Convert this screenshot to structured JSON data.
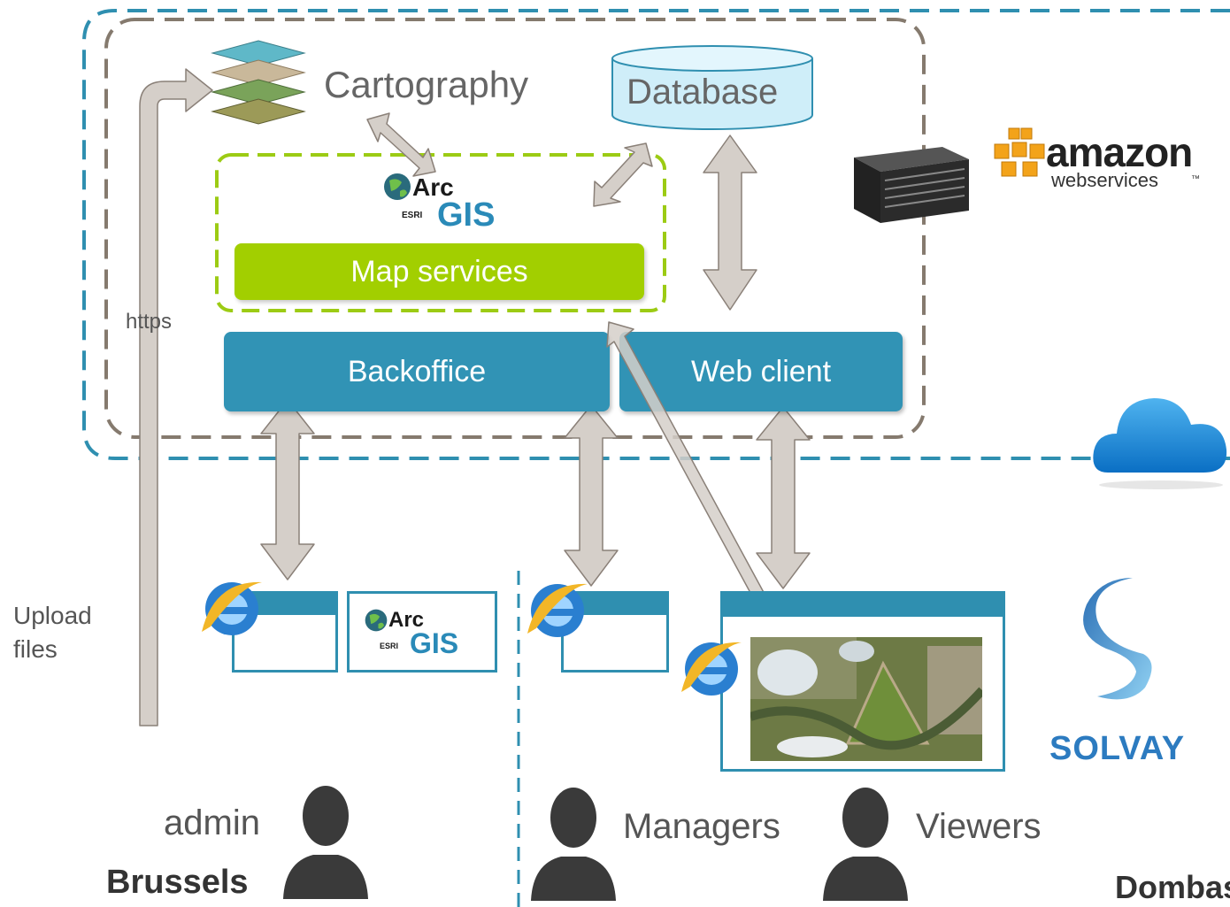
{
  "labels": {
    "cartography": "Cartography",
    "database": "Database",
    "map_services": "Map services",
    "backoffice": "Backoffice",
    "web_client": "Web client",
    "https": "https",
    "upload_files_line1": "Upload",
    "upload_files_line2": "files",
    "admin": "admin",
    "managers": "Managers",
    "viewers": "Viewers",
    "brussels": "Brussels",
    "dombasle": "Dombasle"
  },
  "logos": {
    "arcgis_arc": "Arc",
    "arcgis_esri": "ESRI",
    "arcgis_gis": "GIS",
    "amazon_main": "amazon",
    "amazon_sub": "webservices",
    "amazon_tm": "™",
    "solvay": "SOLVAY"
  },
  "icons": {
    "cartography": "layers-map-icon",
    "server": "server-rack-icon",
    "cloud": "cloud-icon",
    "browser": "internet-explorer-icon",
    "user": "user-silhouette-icon"
  },
  "colors": {
    "cloud_border": "#2f8fb0",
    "platform_border": "#857a6e",
    "arcgis_border": "#9ccb14",
    "box_blue": "#3193b5",
    "box_green": "#a2cf00",
    "arrow_fill": "#d5cfc9",
    "arrow_stroke": "#8a8078"
  }
}
